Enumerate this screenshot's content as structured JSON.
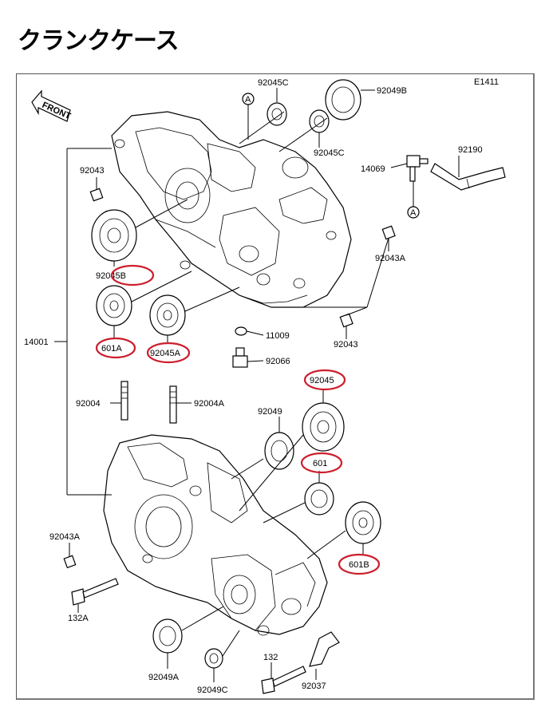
{
  "title": "クランクケース",
  "diagram_code": "E1411",
  "front_label": "FRONT",
  "ref_marker": "A",
  "highlight_color": "#cc1f2d",
  "labels": {
    "p92045C_top": "92045C",
    "p92049B": "92049B",
    "p92045C_mid": "92045C",
    "p92190": "92190",
    "p14069": "14069",
    "p92043_top": "92043",
    "p92043A_right": "92043A",
    "p92045B": "92045B",
    "p601A": "601A",
    "p92045A": "92045A",
    "p14001": "14001",
    "p11009": "11009",
    "p92043_right": "92043",
    "p92066": "92066",
    "p92045": "92045",
    "p92004": "92004",
    "p92004A": "92004A",
    "p92049": "92049",
    "p601": "601",
    "p92043A_left": "92043A",
    "p601B": "601B",
    "p132A": "132A",
    "p132": "132",
    "p92049A": "92049A",
    "p92049C": "92049C",
    "p92037": "92037"
  }
}
